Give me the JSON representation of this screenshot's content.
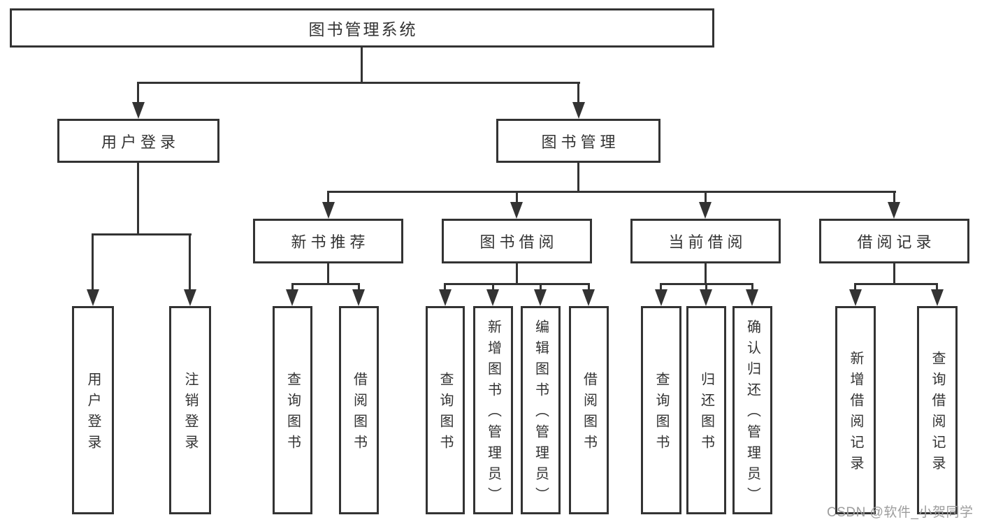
{
  "diagram": {
    "nodes": {
      "root": {
        "label": "图书管理系统"
      },
      "user_login": {
        "label": "用户登录"
      },
      "book_mgmt": {
        "label": "图书管理"
      },
      "new_book_rec": {
        "label": "新书推荐"
      },
      "book_borrow": {
        "label": "图书借阅"
      },
      "current_borrow": {
        "label": "当前借阅"
      },
      "borrow_records": {
        "label": "借阅记录"
      },
      "leaf_user_login": {
        "label": "用户登录"
      },
      "leaf_logout": {
        "label": "注销登录"
      },
      "leaf_rec_query": {
        "label": "查询图书"
      },
      "leaf_rec_borrow": {
        "label": "借阅图书"
      },
      "leaf_bb_query": {
        "label": "查询图书"
      },
      "leaf_bb_add": {
        "label": "新增图书（管理员）"
      },
      "leaf_bb_edit": {
        "label": "编辑图书（管理员）"
      },
      "leaf_bb_borrow": {
        "label": "借阅图书"
      },
      "leaf_cb_query": {
        "label": "查询图书"
      },
      "leaf_cb_return": {
        "label": "归还图书"
      },
      "leaf_cb_confirm": {
        "label": "确认归还（管理员）"
      },
      "leaf_br_add": {
        "label": "新增借阅记录"
      },
      "leaf_br_query": {
        "label": "查询借阅记录"
      }
    },
    "colors": {
      "line": "#333333",
      "text": "#333333",
      "watermark": "#9d9d9d",
      "background": "#ffffff"
    }
  },
  "watermark": {
    "text": "CSDN @软件_小贺同学"
  }
}
